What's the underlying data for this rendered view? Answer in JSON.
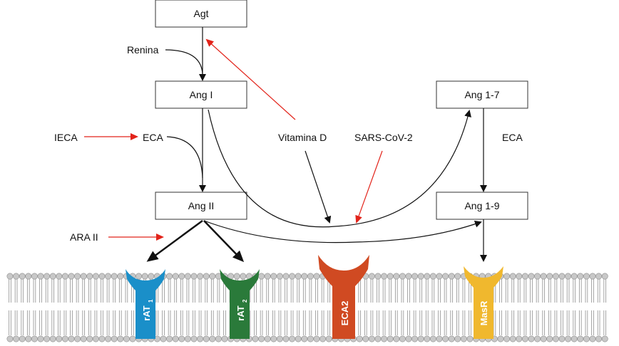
{
  "nodes": {
    "agt": "Agt",
    "ang1": "Ang I",
    "ang2": "Ang II",
    "ang17": "Ang 1-7",
    "ang19": "Ang 1-9"
  },
  "labels": {
    "renina": "Renina",
    "ieca": "IECA",
    "eca_left": "ECA",
    "eca_right": "ECA",
    "ara2": "ARA II",
    "vitamina_d": "Vitamina D",
    "sarscov2": "SARS-CoV-2"
  },
  "receptors": {
    "rat1": {
      "label": "rAT",
      "sub": "1"
    },
    "rat2": {
      "label": "rAT",
      "sub": "2"
    },
    "eca2": {
      "label": "ECA2"
    },
    "masr": {
      "label": "MasR"
    }
  },
  "colors": {
    "arrow_black": "#111111",
    "arrow_red": "#e2231a",
    "rat1": "#1a8fc9",
    "rat2": "#2a7a3a",
    "eca2": "#d04a22",
    "masr": "#f0b82e",
    "membrane_head": "#c8c8c8",
    "membrane_tail": "#9a9a9a"
  }
}
